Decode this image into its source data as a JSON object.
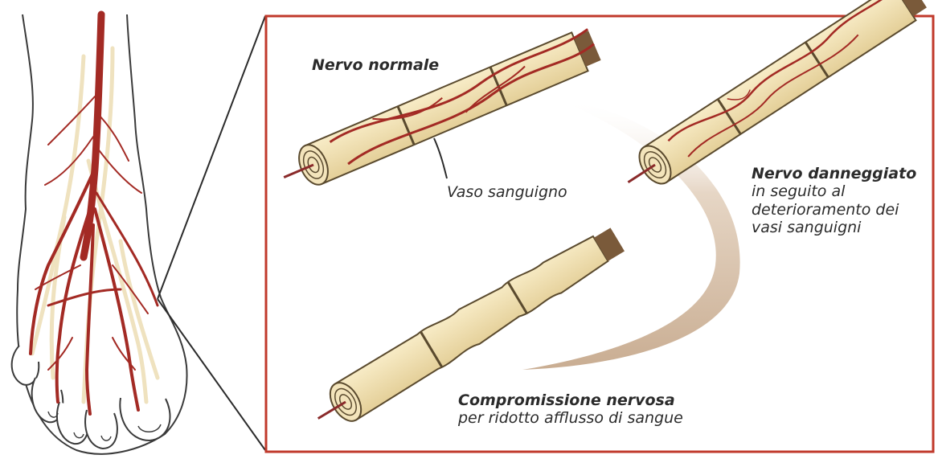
{
  "labels": {
    "normal_nerve": "Nervo normale",
    "blood_vessel": "Vaso sanguigno",
    "damaged_nerve_title": "Nervo danneggiato",
    "damaged_nerve_line1": "in seguito al",
    "damaged_nerve_line2": "deterioramento dei",
    "damaged_nerve_line3": "vasi sanguigni",
    "compromise_title": "Compromissione nervosa",
    "compromise_line1": "per ridotto afflusso di sangue"
  },
  "colors": {
    "frame_border": "#c0392b",
    "vessel": "#a32a24",
    "nerve_fill": "#f1dfb0",
    "nerve_outline": "#5a4a2e",
    "foot_outline": "#3a3a3a",
    "arrow": "#d8c7b5"
  }
}
